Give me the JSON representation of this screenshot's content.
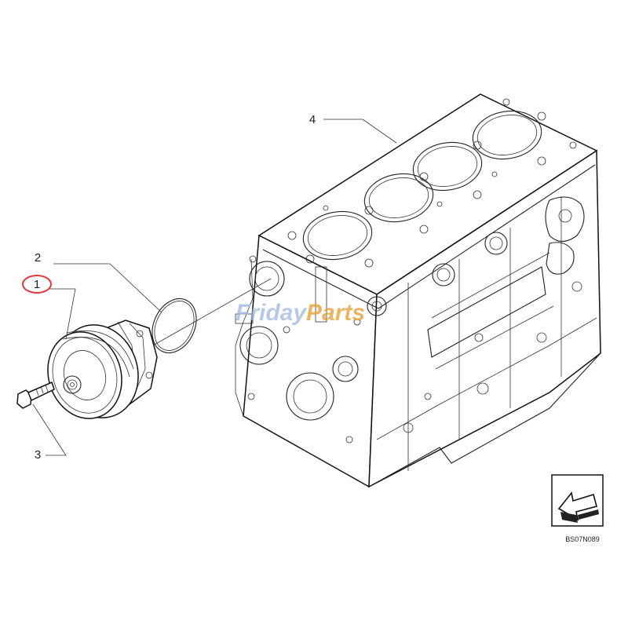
{
  "diagram": {
    "callouts": [
      {
        "number": "1",
        "highlighted": true
      },
      {
        "number": "2",
        "highlighted": false
      },
      {
        "number": "3",
        "highlighted": false
      },
      {
        "number": "4",
        "highlighted": false
      }
    ],
    "drawing_code": "BS07N089",
    "watermark": {
      "part_a": "Friday",
      "part_b": "Parts"
    },
    "highlight_color": "#e0383e",
    "watermark_colors": {
      "blue": "#9fb8dd",
      "orange": "#e6a33a"
    },
    "icons": [
      "view-direction-arrow-icon"
    ]
  }
}
